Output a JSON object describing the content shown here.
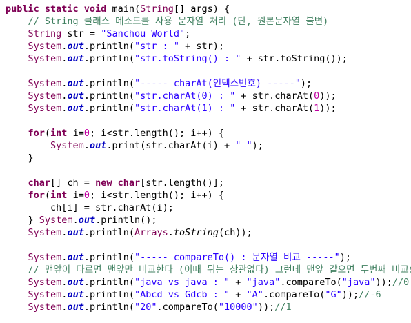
{
  "editor": {
    "language": "Java",
    "colors": {
      "background": "#ffffff",
      "keyword": "#7f0055",
      "string": "#2a00ff",
      "comment": "#3f7f5f",
      "number": "#c000a0",
      "static_field": "#0000c0",
      "plain": "#000000"
    },
    "lines": [
      [
        [
          "kw",
          "public static void"
        ],
        [
          "p",
          " main("
        ],
        [
          "cls",
          "String"
        ],
        [
          "p",
          "[] args) {"
        ]
      ],
      [
        [
          "p",
          "    "
        ],
        [
          "cm",
          "// String 클래스 메소드를 사용 문자열 처리 (단, 원본문자열 불변)"
        ]
      ],
      [
        [
          "p",
          "    "
        ],
        [
          "cls",
          "String"
        ],
        [
          "p",
          " str = "
        ],
        [
          "str",
          "\"Sanchou World\""
        ],
        [
          "p",
          ";"
        ]
      ],
      [
        [
          "p",
          "    "
        ],
        [
          "cls",
          "System"
        ],
        [
          "p",
          "."
        ],
        [
          "fld",
          "out"
        ],
        [
          "p",
          ".println("
        ],
        [
          "str",
          "\"str : \""
        ],
        [
          "p",
          " + str);"
        ]
      ],
      [
        [
          "p",
          "    "
        ],
        [
          "cls",
          "System"
        ],
        [
          "p",
          "."
        ],
        [
          "fld",
          "out"
        ],
        [
          "p",
          ".println("
        ],
        [
          "str",
          "\"str.toString() : \""
        ],
        [
          "p",
          " + str.toString());"
        ]
      ],
      [
        [
          "p",
          ""
        ]
      ],
      [
        [
          "p",
          "    "
        ],
        [
          "cls",
          "System"
        ],
        [
          "p",
          "."
        ],
        [
          "fld",
          "out"
        ],
        [
          "p",
          ".println("
        ],
        [
          "str",
          "\"----- charAt(인덱스번호) -----\""
        ],
        [
          "p",
          ");"
        ]
      ],
      [
        [
          "p",
          "    "
        ],
        [
          "cls",
          "System"
        ],
        [
          "p",
          "."
        ],
        [
          "fld",
          "out"
        ],
        [
          "p",
          ".println("
        ],
        [
          "str",
          "\"str.charAt(0) : \""
        ],
        [
          "p",
          " + str.charAt("
        ],
        [
          "num",
          "0"
        ],
        [
          "p",
          "));"
        ]
      ],
      [
        [
          "p",
          "    "
        ],
        [
          "cls",
          "System"
        ],
        [
          "p",
          "."
        ],
        [
          "fld",
          "out"
        ],
        [
          "p",
          ".println("
        ],
        [
          "str",
          "\"str.charAt(1) : \""
        ],
        [
          "p",
          " + str.charAt("
        ],
        [
          "num",
          "1"
        ],
        [
          "p",
          "));"
        ]
      ],
      [
        [
          "p",
          ""
        ]
      ],
      [
        [
          "p",
          "    "
        ],
        [
          "kw",
          "for"
        ],
        [
          "p",
          "("
        ],
        [
          "kw",
          "int"
        ],
        [
          "p",
          " i="
        ],
        [
          "num",
          "0"
        ],
        [
          "p",
          "; i<str.length(); i++) {"
        ]
      ],
      [
        [
          "p",
          "        "
        ],
        [
          "cls",
          "System"
        ],
        [
          "p",
          "."
        ],
        [
          "fld",
          "out"
        ],
        [
          "p",
          ".print(str.charAt(i) + "
        ],
        [
          "str",
          "\" \""
        ],
        [
          "p",
          ");"
        ]
      ],
      [
        [
          "p",
          "    }"
        ]
      ],
      [
        [
          "p",
          ""
        ]
      ],
      [
        [
          "p",
          "    "
        ],
        [
          "kw",
          "char"
        ],
        [
          "p",
          "[] ch = "
        ],
        [
          "kw",
          "new char"
        ],
        [
          "p",
          "[str.length()];"
        ]
      ],
      [
        [
          "p",
          "    "
        ],
        [
          "kw",
          "for"
        ],
        [
          "p",
          "("
        ],
        [
          "kw",
          "int"
        ],
        [
          "p",
          " i="
        ],
        [
          "num",
          "0"
        ],
        [
          "p",
          "; i<str.length(); i++) {"
        ]
      ],
      [
        [
          "p",
          "        ch[i] = str.charAt(i);"
        ]
      ],
      [
        [
          "p",
          "    } "
        ],
        [
          "cls",
          "System"
        ],
        [
          "p",
          "."
        ],
        [
          "fld",
          "out"
        ],
        [
          "p",
          ".println();"
        ]
      ],
      [
        [
          "p",
          "    "
        ],
        [
          "cls",
          "System"
        ],
        [
          "p",
          "."
        ],
        [
          "fld",
          "out"
        ],
        [
          "p",
          ".println("
        ],
        [
          "cls",
          "Arrays"
        ],
        [
          "p",
          "."
        ],
        [
          "stc",
          "toString"
        ],
        [
          "p",
          "(ch));"
        ]
      ],
      [
        [
          "p",
          ""
        ]
      ],
      [
        [
          "p",
          "    "
        ],
        [
          "cls",
          "System"
        ],
        [
          "p",
          "."
        ],
        [
          "fld",
          "out"
        ],
        [
          "p",
          ".println("
        ],
        [
          "str",
          "\"----- compareTo() : 문자열 비교 -----\""
        ],
        [
          "p",
          ");"
        ]
      ],
      [
        [
          "p",
          "    "
        ],
        [
          "cm",
          "// 맨앞이 다르면 맨앞만 비교한다 (이때 뒤는 상관없다) 그런데 맨앞 같으면 두번째 비교함"
        ]
      ],
      [
        [
          "p",
          "    "
        ],
        [
          "cls",
          "System"
        ],
        [
          "p",
          "."
        ],
        [
          "fld",
          "out"
        ],
        [
          "p",
          ".println("
        ],
        [
          "str",
          "\"java vs java : \""
        ],
        [
          "p",
          " + "
        ],
        [
          "str",
          "\"java\""
        ],
        [
          "p",
          ".compareTo("
        ],
        [
          "str",
          "\"java\""
        ],
        [
          "p",
          "));"
        ],
        [
          "cm",
          "//0"
        ]
      ],
      [
        [
          "p",
          "    "
        ],
        [
          "cls",
          "System"
        ],
        [
          "p",
          "."
        ],
        [
          "fld",
          "out"
        ],
        [
          "p",
          ".println("
        ],
        [
          "str",
          "\"Abcd vs Gdcb : \""
        ],
        [
          "p",
          " + "
        ],
        [
          "str",
          "\"A\""
        ],
        [
          "p",
          ".compareTo("
        ],
        [
          "str",
          "\"G\""
        ],
        [
          "p",
          "));"
        ],
        [
          "cm",
          "//-6"
        ]
      ],
      [
        [
          "p",
          "    "
        ],
        [
          "cls",
          "System"
        ],
        [
          "p",
          "."
        ],
        [
          "fld",
          "out"
        ],
        [
          "p",
          ".println("
        ],
        [
          "str",
          "\"20\""
        ],
        [
          "p",
          ".compareTo("
        ],
        [
          "str",
          "\"10000\""
        ],
        [
          "p",
          "));"
        ],
        [
          "cm",
          "//1"
        ]
      ]
    ]
  }
}
